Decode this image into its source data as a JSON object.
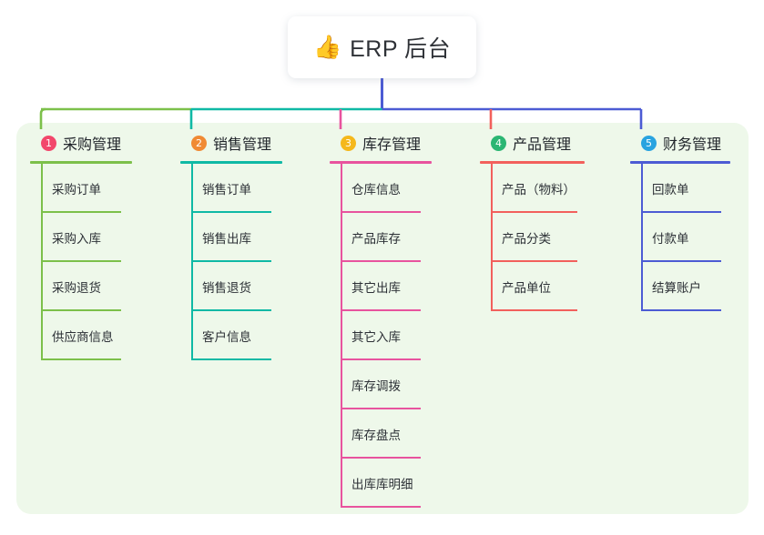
{
  "root": {
    "icon": "thumbs-up-icon",
    "emoji": "👍",
    "title": "ERP 后台"
  },
  "panel": {
    "background_color": "#eef8ea"
  },
  "connector": {
    "trunk_color": "#4c5bd4",
    "bar_segments": [
      {
        "color": "#7cc04a"
      },
      {
        "color": "#0fb9a5"
      },
      {
        "color": "#4c5bd4"
      }
    ]
  },
  "columns": [
    {
      "number": "1",
      "title": "采购管理",
      "badge_color": "#f2476b",
      "line_color": "#7cc04a",
      "items": [
        {
          "label": "采购订单"
        },
        {
          "label": "采购入库"
        },
        {
          "label": "采购退货"
        },
        {
          "label": "供应商信息"
        }
      ]
    },
    {
      "number": "2",
      "title": "销售管理",
      "badge_color": "#f08a34",
      "line_color": "#0fb9a5",
      "items": [
        {
          "label": "销售订单"
        },
        {
          "label": "销售出库"
        },
        {
          "label": "销售退货"
        },
        {
          "label": "客户信息"
        }
      ]
    },
    {
      "number": "3",
      "title": "库存管理",
      "badge_color": "#f5b81c",
      "line_color": "#e8539e",
      "items": [
        {
          "label": "仓库信息"
        },
        {
          "label": "产品库存"
        },
        {
          "label": "其它出库"
        },
        {
          "label": "其它入库"
        },
        {
          "label": "库存调拨"
        },
        {
          "label": "库存盘点"
        },
        {
          "label": "出库库明细"
        }
      ]
    },
    {
      "number": "4",
      "title": "产品管理",
      "badge_color": "#2bb673",
      "line_color": "#f2605c",
      "items": [
        {
          "label": "产品（物料）"
        },
        {
          "label": "产品分类"
        },
        {
          "label": "产品单位"
        }
      ]
    },
    {
      "number": "5",
      "title": "财务管理",
      "badge_color": "#29a3e0",
      "line_color": "#4c5bd4",
      "items": [
        {
          "label": "回款单"
        },
        {
          "label": "付款单"
        },
        {
          "label": "结算账户"
        }
      ]
    }
  ]
}
